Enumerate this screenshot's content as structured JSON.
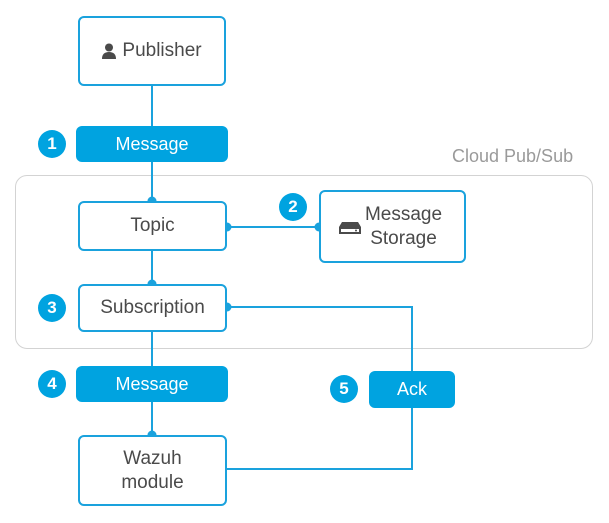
{
  "group": {
    "label": "Cloud Pub/Sub"
  },
  "nodes": {
    "publisher": "Publisher",
    "topic": "Topic",
    "message_storage": [
      "Message",
      "Storage"
    ],
    "subscription": "Subscription",
    "wazuh_module": [
      "Wazuh",
      "module"
    ]
  },
  "messages": {
    "message_1": "Message",
    "message_2": "Message",
    "ack": "Ack"
  },
  "steps": [
    "1",
    "2",
    "3",
    "4",
    "5"
  ],
  "colors": {
    "accent": "#00a3e0",
    "border": "#1aa2dd",
    "group_border": "#d3d3d3",
    "text": "#4a4a4a"
  },
  "icons": {
    "publisher": "user-icon",
    "storage": "server-icon"
  }
}
